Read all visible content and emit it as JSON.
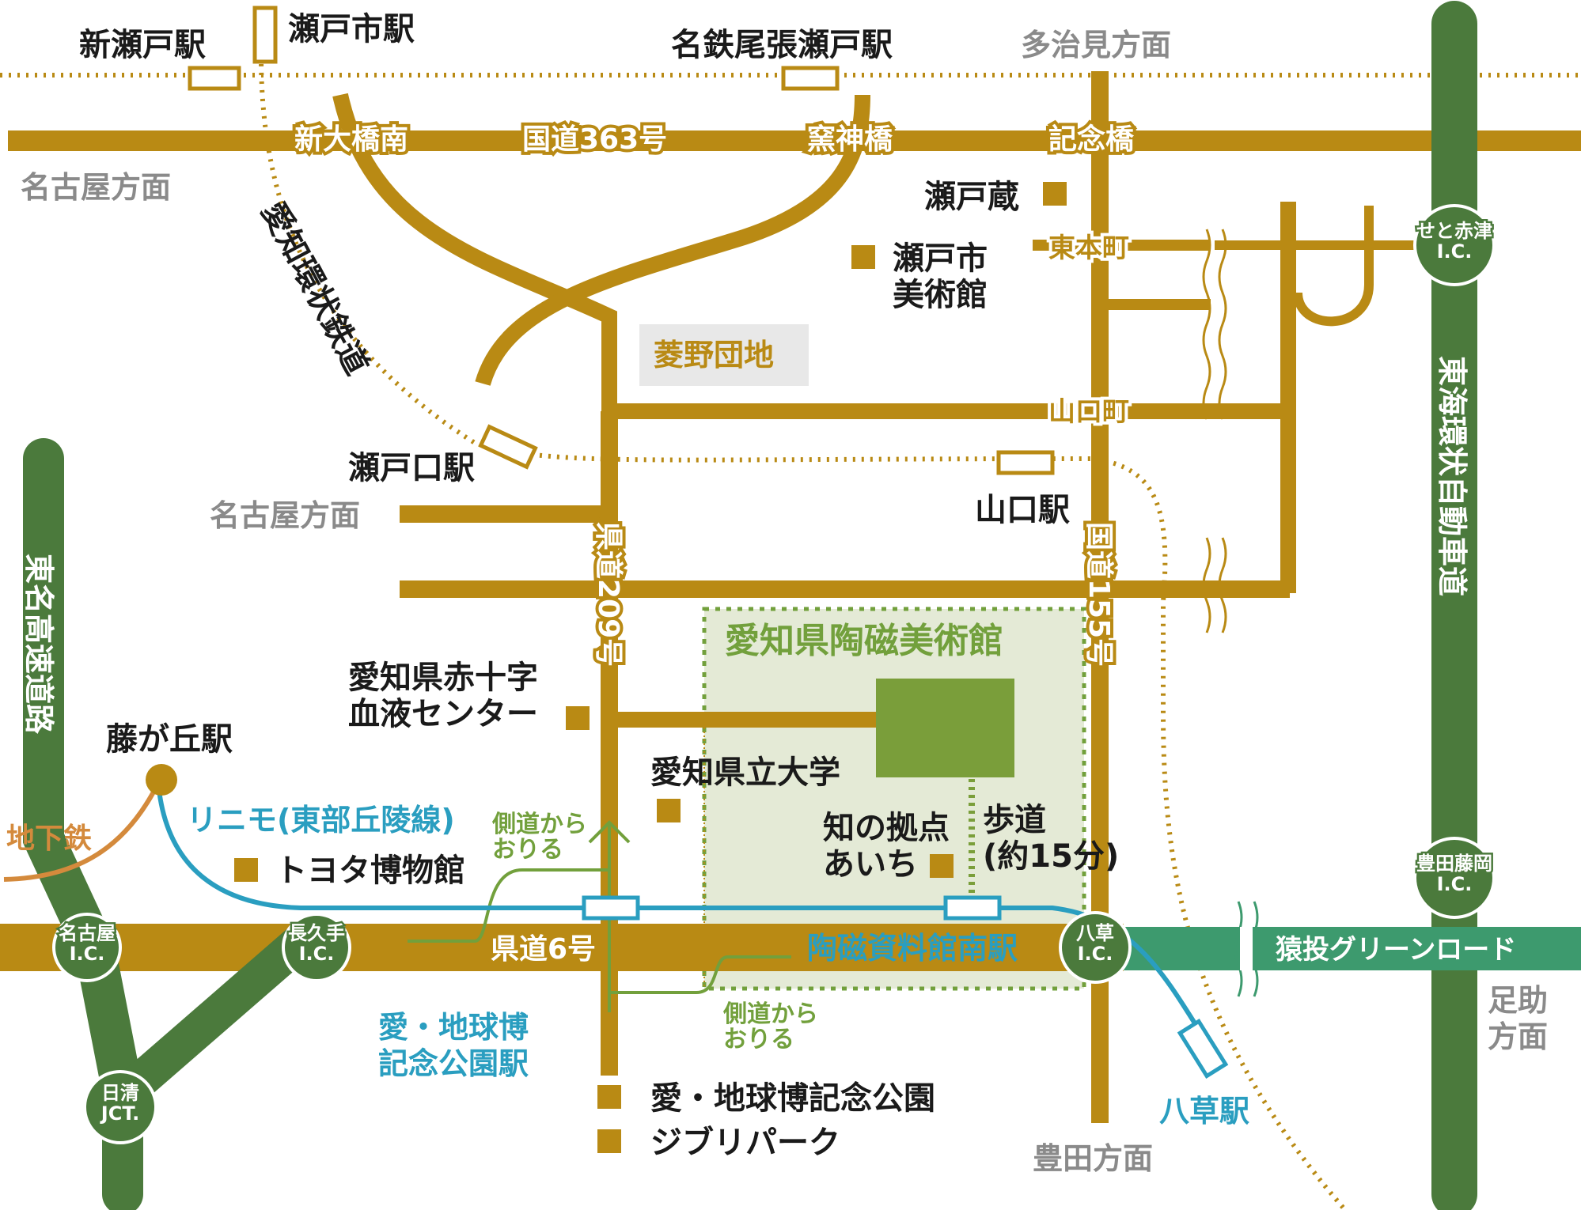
{
  "colors": {
    "road": "#b98a14",
    "highway": "#4b7a3c",
    "greenroad": "#3d9a6e",
    "linimo": "#2a9ec0",
    "subway": "#d48a3c",
    "railway": "#b98a14",
    "museum_area": "#e4ead6",
    "museum_building": "#7a9e3a",
    "side_road": "#72a03c",
    "note_bg": "#e8e8e8"
  },
  "stations": {
    "shinseto": "新瀬戸駅",
    "setoshi": "瀬戸市駅",
    "meitetsu_owari_seto": "名鉄尾張瀬戸駅",
    "setoguchi": "瀬戸口駅",
    "yamaguchi": "山口駅",
    "fujigaoka": "藤が丘駅",
    "tojishiryokan_minami": "陶磁資料館南駅",
    "expo_park": "愛・地球博\n記念公園駅",
    "yakusa": "八草駅"
  },
  "directions": {
    "tajimi": "多治見方面",
    "nagoya_top": "名古屋方面",
    "nagoya_mid": "名古屋方面",
    "toyota": "豊田方面",
    "asuke": "足助\n方面"
  },
  "roads": {
    "route363": "国道363号",
    "shin_ohashi_minami": "新大橋南",
    "kamagami_bashi": "窯神橋",
    "kinenbashi": "記念橋",
    "higashi_honmachi": "東本町",
    "yamaguchi_cho": "山口町",
    "pref209": "県道209号",
    "route155": "国道155号",
    "pref6": "県道6号",
    "sanage_green_road": "猿投グリーンロード",
    "walkway": "歩道\n(約15分)",
    "side_road_1": "側道から\nおりる",
    "side_road_2": "側道から\nおりる"
  },
  "highways": {
    "tomei": "東名高速道路",
    "tokai_kanjo": "東海環状自動車道",
    "nagoya_ic": "名古屋\nI.C.",
    "nagakute_ic": "長久手\nI.C.",
    "nisshin_jct": "日清\nJCT.",
    "yakusa_ic": "八草\nI.C.",
    "toyota_fujioka_ic": "豊田藤岡\nI.C.",
    "seto_akazu_ic": "せと赤津\nI.C."
  },
  "railways": {
    "aichi_loop": "愛知環状鉄道",
    "linimo": "リニモ(東部丘陵線)",
    "subway": "地下鉄"
  },
  "landmarks": {
    "setogura": "瀬戸蔵",
    "seto_art_museum": "瀬戸市\n美術館",
    "hishino_danchi": "菱野団地",
    "red_cross": "愛知県赤十字\n血液センター",
    "pref_university": "愛知県立大学",
    "chi_no_kyoten": "知の拠点\nあいち",
    "toyota_museum": "トヨタ博物館",
    "expo_park": "愛・地球博記念公園",
    "ghibli_park": "ジブリパーク",
    "ceramic_museum": "愛知県陶磁美術館"
  }
}
